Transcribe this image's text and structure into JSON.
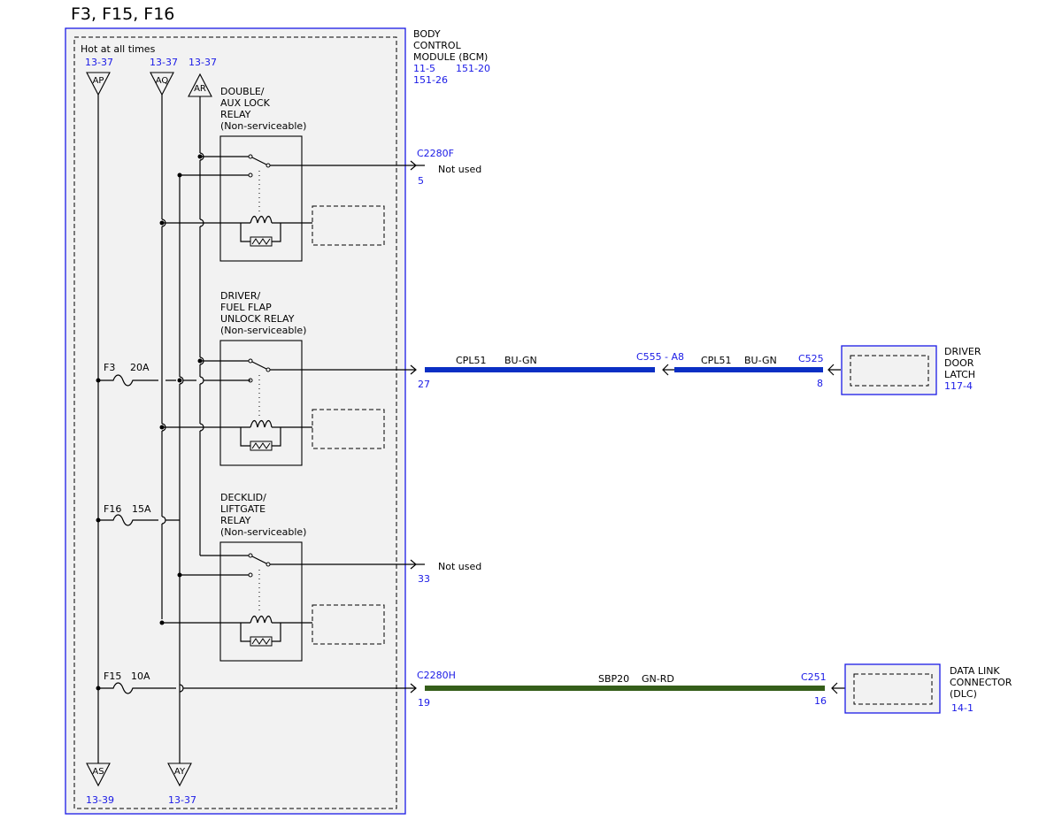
{
  "title": "F3, F15, F16",
  "bcm": {
    "name_lines": [
      "BODY",
      "CONTROL",
      "MODULE (BCM)"
    ],
    "ref_a": "11-5",
    "ref_b": "151-20",
    "ref_c": "151-26",
    "hot_label": "Hot at all times"
  },
  "top_connectors": [
    {
      "label": "AP",
      "ref": "13-37"
    },
    {
      "label": "AQ",
      "ref": "13-37"
    },
    {
      "label": "AR",
      "ref": "13-37"
    }
  ],
  "bottom_connectors": [
    {
      "label": "AS",
      "ref": "13-39"
    },
    {
      "label": "AY",
      "ref": "13-37"
    }
  ],
  "fuses": [
    {
      "name": "F3",
      "rating": "20A"
    },
    {
      "name": "F16",
      "rating": "15A"
    },
    {
      "name": "F15",
      "rating": "10A"
    }
  ],
  "relays": [
    {
      "lines": [
        "DOUBLE/",
        "AUX LOCK",
        "RELAY",
        "(Non-serviceable)"
      ]
    },
    {
      "lines": [
        "DRIVER/",
        "FUEL FLAP",
        "UNLOCK RELAY",
        "(Non-serviceable)"
      ]
    },
    {
      "lines": [
        "DECKLID/",
        "LIFTGATE",
        "RELAY",
        "(Non-serviceable)"
      ]
    }
  ],
  "pins": {
    "c2280f": "C2280F",
    "c2280h": "C2280H",
    "pin5": "5",
    "pin27": "27",
    "pin33": "33",
    "pin19": "19",
    "not_used": "Not used"
  },
  "wires": {
    "w1_circuit": "CPL51",
    "w1_color": "BU-GN",
    "inline_conn": "C555",
    "inline_pin": "- A8",
    "w2_circuit": "CPL51",
    "w2_color": "BU-GN",
    "c525": "C525",
    "c525_pin": "8",
    "w3_circuit": "SBP20",
    "w3_color": "GN-RD",
    "c251": "C251",
    "c251_pin": "16"
  },
  "components": {
    "latch_lines": [
      "DRIVER",
      "DOOR",
      "LATCH"
    ],
    "latch_ref": "117-4",
    "dlc_lines": [
      "DATA LINK",
      "CONNECTOR",
      "(DLC)"
    ],
    "dlc_ref": "14-1"
  },
  "colors": {
    "outline_blue": "#1a1ae6",
    "wire_blue": "#0a2fc4",
    "wire_green": "#355e1a",
    "module_fill": "#f2f2f2"
  }
}
